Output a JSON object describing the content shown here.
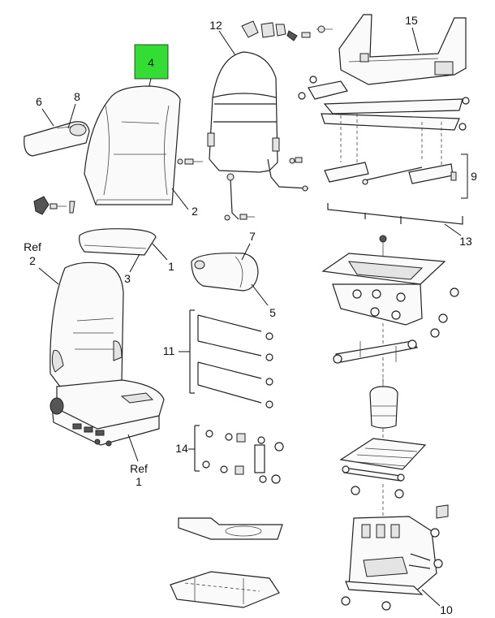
{
  "highlight_color": "#33dd33",
  "callouts": {
    "c1": "1",
    "c2": "2",
    "c3": "3",
    "c4": "4",
    "c5": "5",
    "c6": "6",
    "c7": "7",
    "c8": "8",
    "c9": "9",
    "c10": "10",
    "c11": "11",
    "c12": "12",
    "c13": "13",
    "c14": "14",
    "c15": "15",
    "ref_label": "Ref",
    "ref_top_num": "2",
    "ref_bottom_num": "1"
  }
}
